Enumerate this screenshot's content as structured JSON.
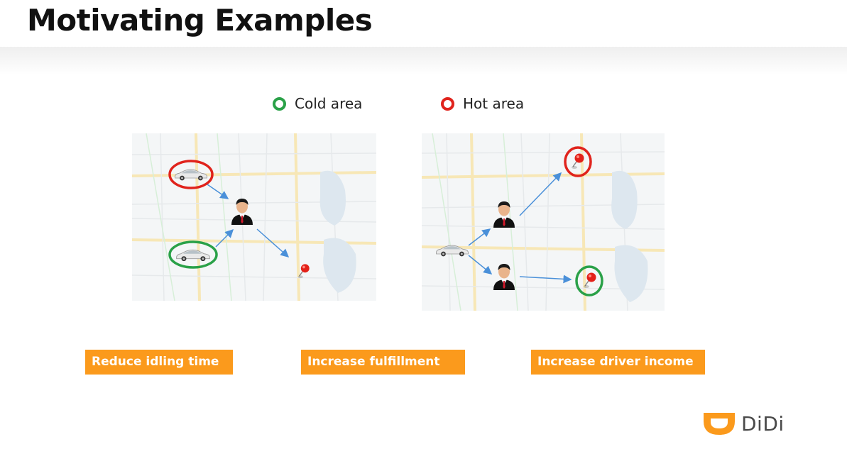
{
  "slide": {
    "title": "Motivating Examples"
  },
  "legend": {
    "cold": {
      "label": "Cold area",
      "color": "#2aa148"
    },
    "hot": {
      "label": "Hot area",
      "color": "#e0231c"
    }
  },
  "badges": [
    {
      "label": "Reduce idling time"
    },
    {
      "label": "Increase fulfillment"
    },
    {
      "label": "Increase driver income"
    }
  ],
  "logo": {
    "text": "DiDi",
    "color": "#fb9a1c"
  },
  "icons": {
    "car": "car-icon",
    "driver": "driver-icon",
    "pin": "map-pin-icon"
  },
  "colors": {
    "accent": "#fb9a1c",
    "arrow": "#4a90d9"
  }
}
